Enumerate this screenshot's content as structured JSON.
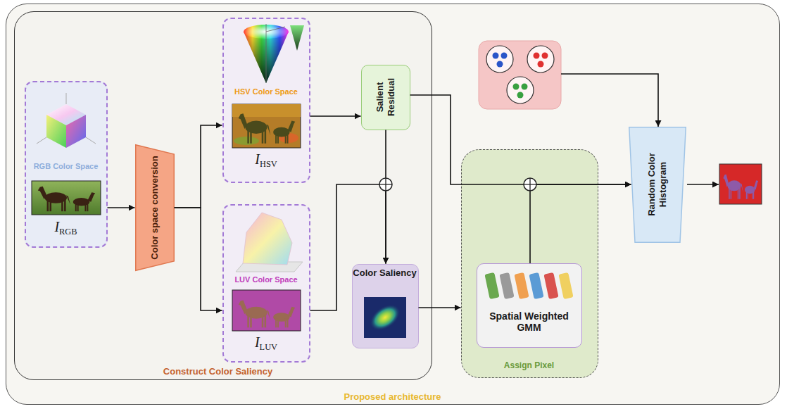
{
  "diagram": {
    "nodes": [
      {
        "text": [
          "Proposed architecture"
        ]
      },
      {
        "text": [
          "Construct Color Saliency"
        ],
        "in": 0
      },
      {
        "text": [
          "RGB Color Space",
          "IRGB"
        ],
        "in": 1
      },
      {
        "text": [
          "Color space conversion"
        ],
        "in": 1
      },
      {
        "text": [
          "HSV Color Space",
          "IHSV"
        ],
        "in": 1
      },
      {
        "text": [
          "LUV Color Space",
          "ILUV"
        ],
        "in": 1
      },
      {
        "text": [
          "Salient Residual"
        ],
        "in": 1
      },
      {
        "text": [
          "Color Saliency"
        ],
        "in": 1
      },
      {
        "text": [
          "Assign Pixel"
        ],
        "in": 0
      },
      {
        "text": [
          "Spatial Weighted GMM"
        ],
        "in": 8
      },
      {
        "text": [
          "Random Color Histogram"
        ],
        "in": 0
      }
    ],
    "edges": [
      {
        "from": 2,
        "to": 3,
        "arrow": "to"
      },
      {
        "from": 3,
        "to": 4,
        "arrow": "to"
      },
      {
        "from": 3,
        "to": 5,
        "arrow": "to"
      },
      {
        "from": 4,
        "to": 6,
        "arrow": "to"
      },
      {
        "from": 6,
        "to": 7,
        "arrow": "to"
      },
      {
        "from": 5,
        "to": 7,
        "arrow": "to"
      },
      {
        "from": 7,
        "to": 8,
        "arrow": "to"
      },
      {
        "from": 6,
        "to": 10,
        "arrow": "to"
      },
      {
        "from": 9,
        "to": 10,
        "arrow": "to"
      }
    ]
  }
}
